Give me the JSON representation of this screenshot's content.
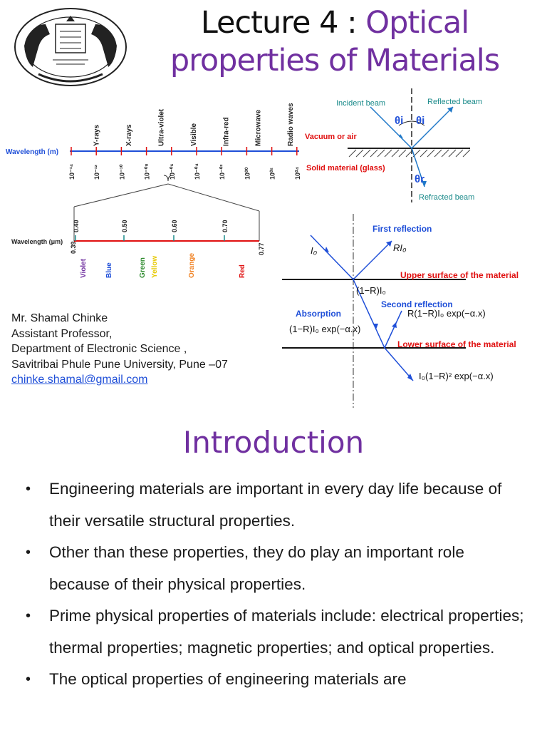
{
  "header": {
    "title_plain": "Lecture 4 : ",
    "title_accent_line1": "Optical",
    "title_accent_line2": "properties of Materials",
    "logo_icon": "university-seal-icon",
    "accent_color": "#7030a0"
  },
  "spectrum": {
    "axis_label": "Wavelength (m)",
    "bands": [
      "Y-rays",
      "X-rays",
      "Ultra-violet",
      "Visible",
      "Infra-red",
      "Microwave",
      "Radio waves"
    ],
    "ticks": [
      "10⁻¹⁴",
      "10⁻¹²",
      "10⁻¹⁰",
      "10⁻⁰⁸",
      "10⁻⁰⁶",
      "10⁻⁰⁴",
      "10⁻⁰²",
      "10⁰⁰",
      "10⁰²",
      "10⁰⁴"
    ]
  },
  "visible": {
    "axis_label": "Wavelength (μm)",
    "ticks": [
      "0.40",
      "0.50",
      "0.60",
      "0.70"
    ],
    "end_left": "0.39",
    "end_right": "0.77",
    "colors": [
      {
        "name": "Violet",
        "color": "#7030a0"
      },
      {
        "name": "Blue",
        "color": "#1f4fd8"
      },
      {
        "name": "Green",
        "color": "#2e8b2e"
      },
      {
        "name": "Yellow",
        "color": "#e6c800"
      },
      {
        "name": "Orange",
        "color": "#f08020"
      },
      {
        "name": "Red",
        "color": "#e01010"
      }
    ]
  },
  "reflection": {
    "incident": "Incident beam",
    "reflected": "Reflected beam",
    "refracted": "Refracted beam",
    "medium_top": "Vacuum or air",
    "medium_bottom": "Solid material (glass)",
    "theta_i": "θi",
    "theta_r": "θr"
  },
  "slab": {
    "i0": "I₀",
    "ri0": "RI₀",
    "first_reflection": "First reflection",
    "upper_surface": "Upper surface of the material",
    "transmitted_top": "(1−R)I₀",
    "absorption": "Absorption",
    "absorption_expr": "(1−R)I₀ exp(−α.x)",
    "second_reflection": "Second reflection",
    "second_expr": "R(1−R)I₀ exp(−α.x)",
    "lower_surface": "Lower surface of the material",
    "transmitted_expr": "I₀(1−R)² exp(−α.x)"
  },
  "author": {
    "name": "Mr. Shamal Chinke",
    "position": "Assistant Professor,",
    "department": "Department of Electronic Science ,",
    "university": "Savitribai Phule Pune University, Pune –07",
    "email": "chinke.shamal@gmail.com"
  },
  "intro": {
    "heading": "Introduction",
    "bullets": [
      "Engineering materials are important in every day life because of their versatile structural properties.",
      "Other than these properties, they  do play an important role because of their physical properties.",
      "Prime physical properties of materials include: electrical properties; thermal properties; magnetic properties; and optical properties.",
      "The optical properties of engineering materials are"
    ]
  }
}
